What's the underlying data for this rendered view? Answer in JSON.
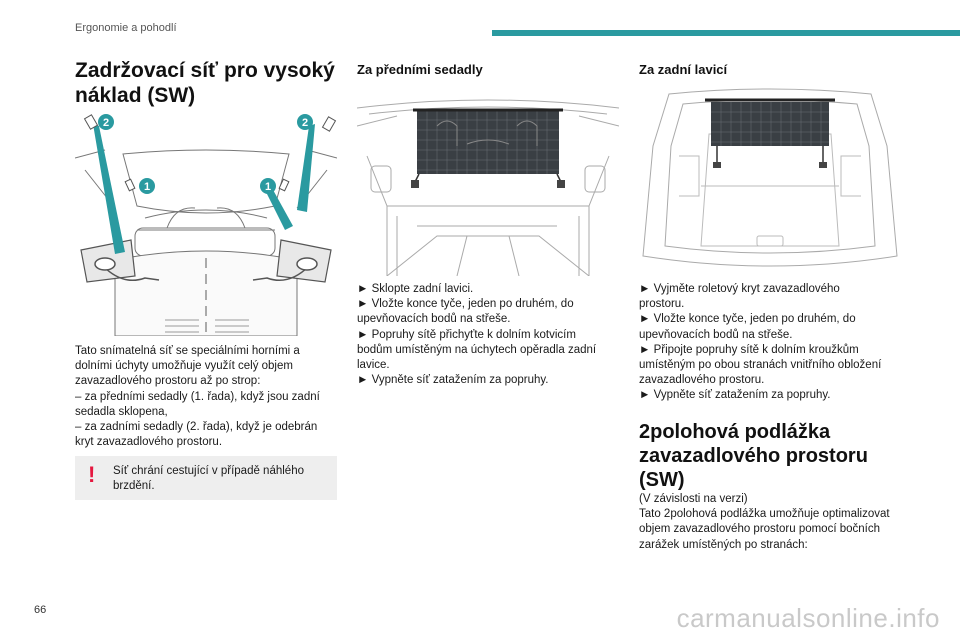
{
  "header": {
    "section": "Ergonomie a pohodlí",
    "page_number": "66"
  },
  "watermark": "carmanualsonline.info",
  "col1": {
    "title_lines": [
      "Zadržovací síť pro vysoký",
      "náklad (SW)"
    ],
    "figure_callouts": [
      "2",
      "2",
      "1",
      "1"
    ],
    "body_lines": [
      "Tato snímatelná síť se speciálními horními a",
      "dolními úchyty umožňuje využít celý objem",
      "zavazadlového prostoru až po strop:",
      "–  za předními sedadly (1. řada), když jsou zadní",
      "sedadla sklopena,",
      "–  za zadními sedadly (2. řada), když je odebrán",
      "kryt zavazadlového prostoru."
    ],
    "warning_mark": "!",
    "warning_lines": [
      "Síť chrání cestující v případě náhlého",
      "brzdění."
    ]
  },
  "col2": {
    "heading": "Za předními sedadly",
    "body_lines": [
      "►  Sklopte zadní lavici.",
      "►  Vložte konce tyče, jeden po druhém, do",
      "upevňovacích bodů na střeše.",
      "►  Popruhy sítě přichyťte k dolním kotvicím",
      "bodům umístěným na úchytech opěradla zadní",
      "lavice.",
      "►  Vypněte síť zatažením za popruhy."
    ]
  },
  "col3": {
    "heading": "Za zadní lavicí",
    "body_lines": [
      "►  Vyjměte roletový kryt zavazadlového",
      "prostoru.",
      "►  Vložte konce tyče, jeden po druhém, do",
      "upevňovacích bodů na střeše.",
      "►  Připojte popruhy sítě k dolním kroužkům",
      "umístěným po obou stranách vnitřního obložení",
      "zavazadlového prostoru.",
      "►  Vypněte síť zatažením za popruhy."
    ],
    "section_title_lines": [
      "2polohová podlážka",
      "zavazadlového prostoru",
      "(SW)"
    ],
    "section_body_lines": [
      "(V závislosti na verzi)",
      "Tato 2polohová podlážka umožňuje optimalizovat",
      "objem zavazadlového prostoru pomocí bočních",
      "zarážek umístěných po stranách:"
    ]
  },
  "colors": {
    "accent": "#2a9aa0",
    "callout": "#2a9aa0",
    "warning": "#e5173f",
    "net": "#3a3f44"
  }
}
